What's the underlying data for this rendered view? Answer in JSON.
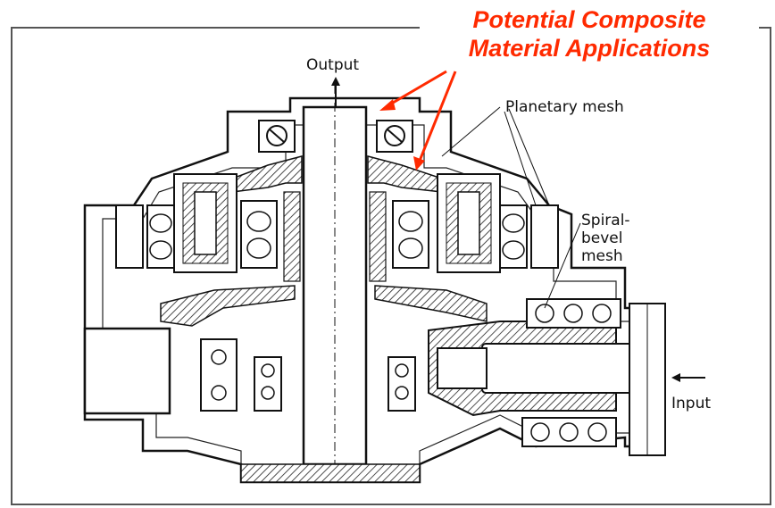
{
  "callout": {
    "line1": "Potential Composite",
    "line2": "Material Applications",
    "color": "#ff2a00"
  },
  "labels": {
    "output": "Output",
    "planetary_mesh": "Planetary mesh",
    "spiral_bevel_line1": "Spiral-bevel",
    "spiral_bevel_line2": "mesh",
    "input": "Input"
  }
}
